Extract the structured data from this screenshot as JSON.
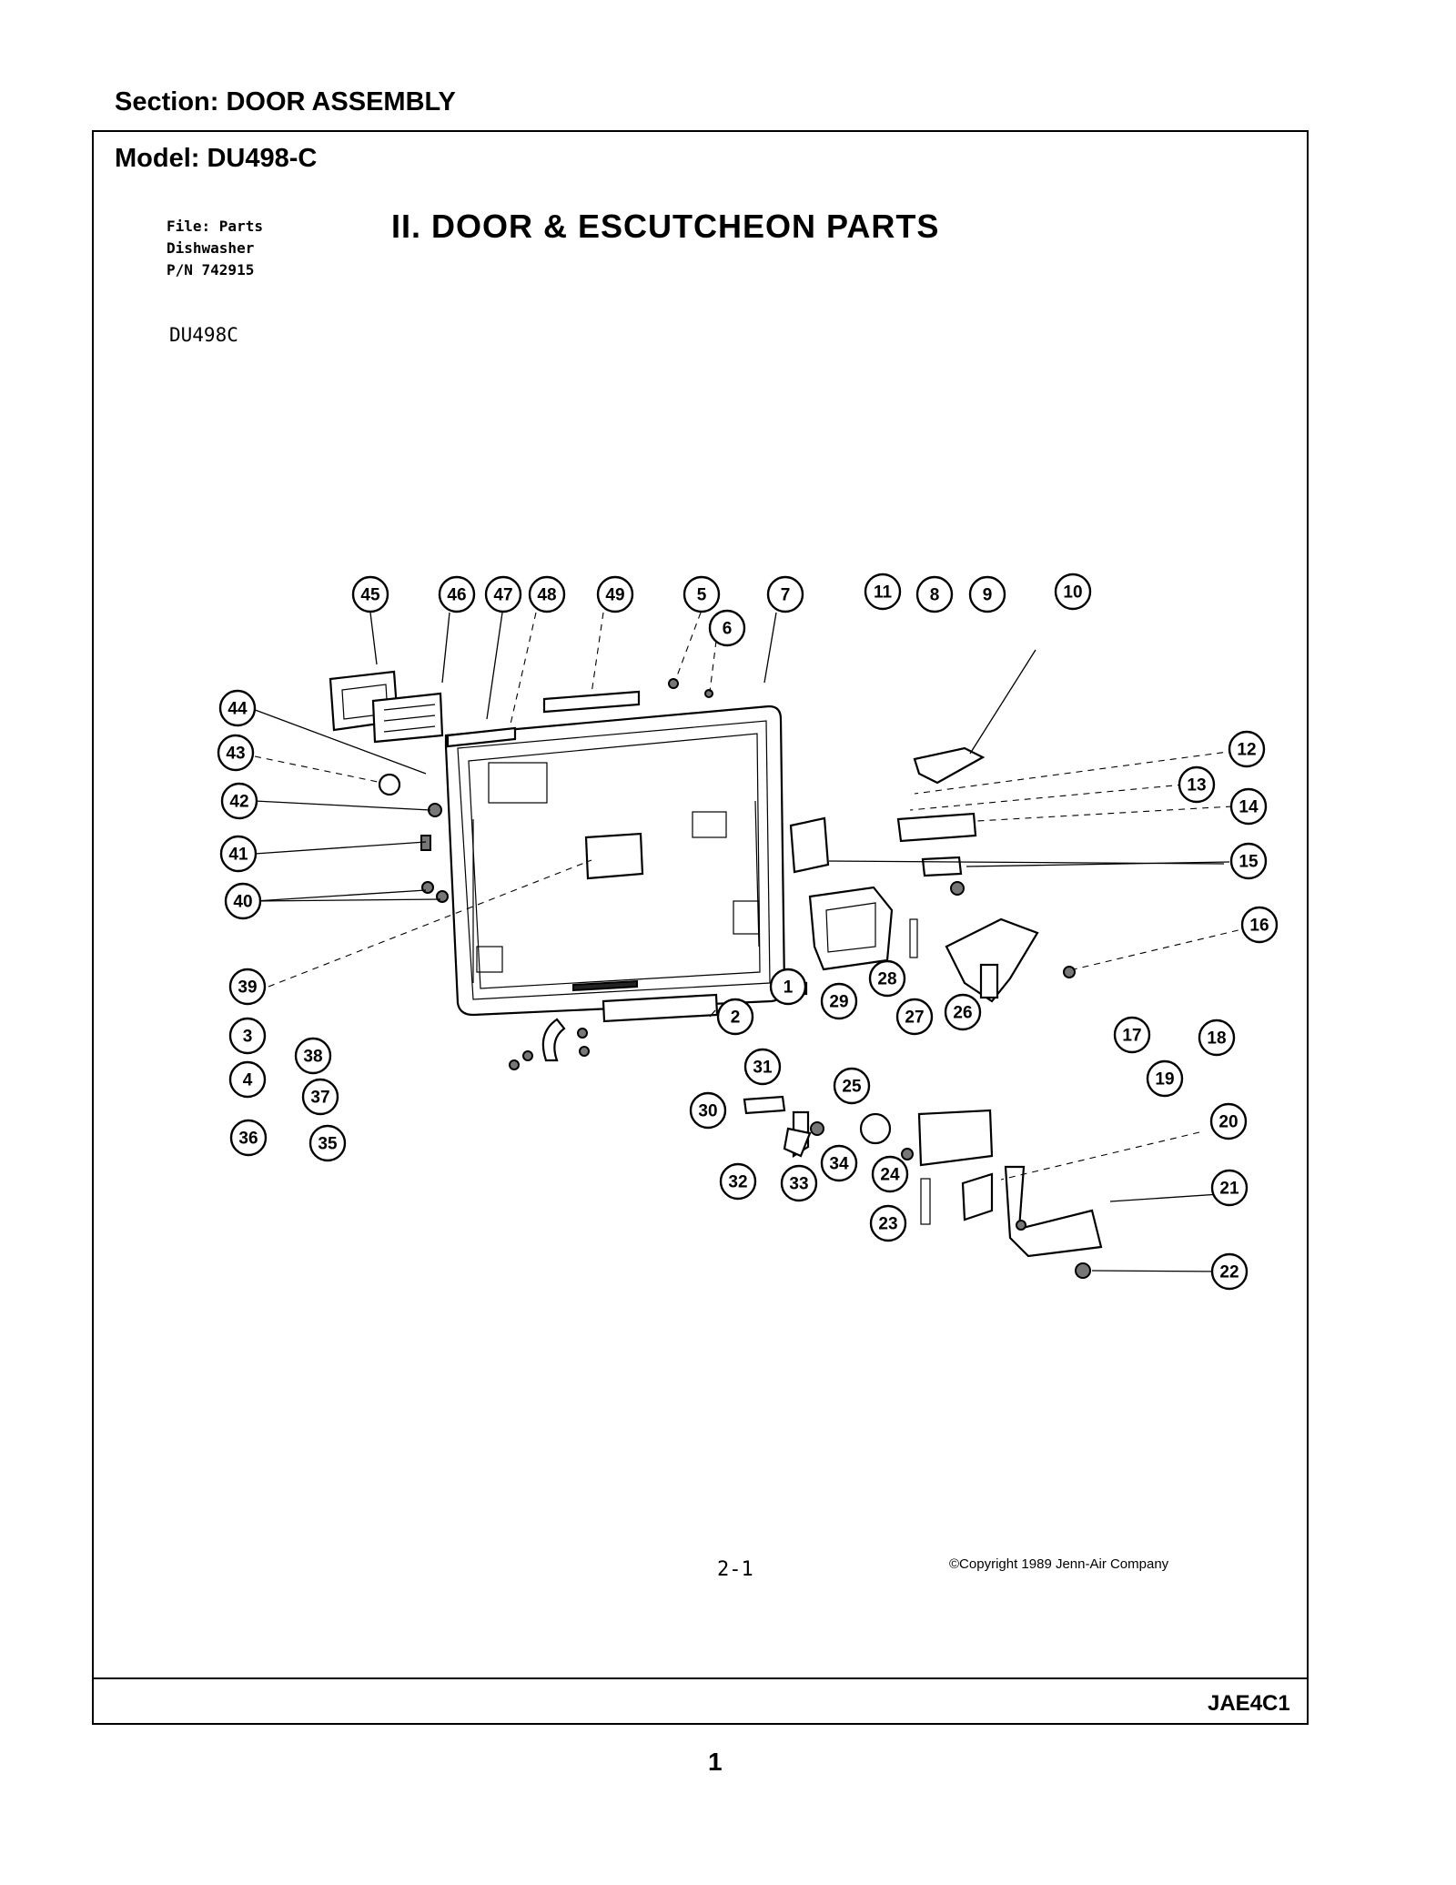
{
  "header": {
    "section": "Section:  DOOR ASSEMBLY",
    "model": "Model:  DU498-C"
  },
  "file_info": {
    "line1": "File: Parts",
    "line2": "Dishwasher",
    "line3": "P/N 742915"
  },
  "model_code": "DU498C",
  "diagram_title": "II. DOOR & ESCUTCHEON PARTS",
  "page_ref": "2-1",
  "copyright": "©Copyright 1989 Jenn-Air Company",
  "doc_code": "JAE4C1",
  "page_number": "1",
  "callouts": [
    "1",
    "2",
    "3",
    "4",
    "5",
    "6",
    "7",
    "8",
    "9",
    "10",
    "11",
    "12",
    "13",
    "14",
    "15",
    "16",
    "17",
    "18",
    "19",
    "20",
    "21",
    "22",
    "23",
    "24",
    "25",
    "26",
    "27",
    "28",
    "29",
    "30",
    "31",
    "32",
    "33",
    "34",
    "35",
    "36",
    "37",
    "38",
    "39",
    "40",
    "41",
    "42",
    "43",
    "44",
    "45",
    "46",
    "47",
    "48",
    "49"
  ]
}
